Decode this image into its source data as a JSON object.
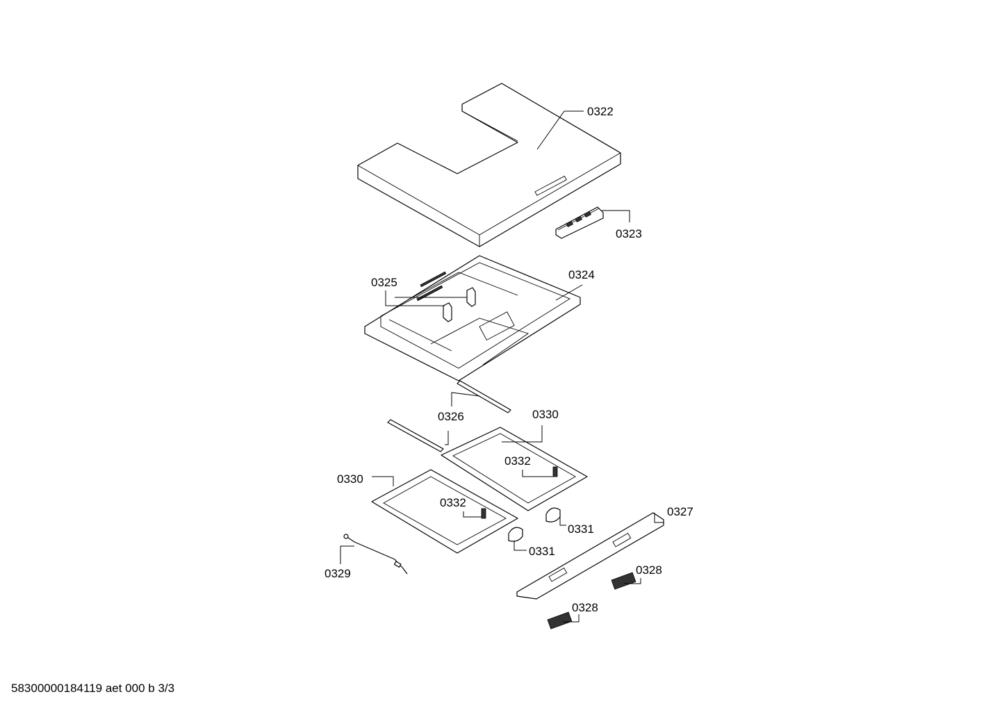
{
  "drawing_id": "58300000184119 aet 000 b 3/3",
  "callouts": {
    "c0322": "0322",
    "c0323": "0323",
    "c0324": "0324",
    "c0325": "0325",
    "c0326": "0326",
    "c0330a": "0330",
    "c0330b": "0330",
    "c0332a": "0332",
    "c0332b": "0332",
    "c0331a": "0331",
    "c0331b": "0331",
    "c0327": "0327",
    "c0328a": "0328",
    "c0328b": "0328",
    "c0329": "0329"
  }
}
